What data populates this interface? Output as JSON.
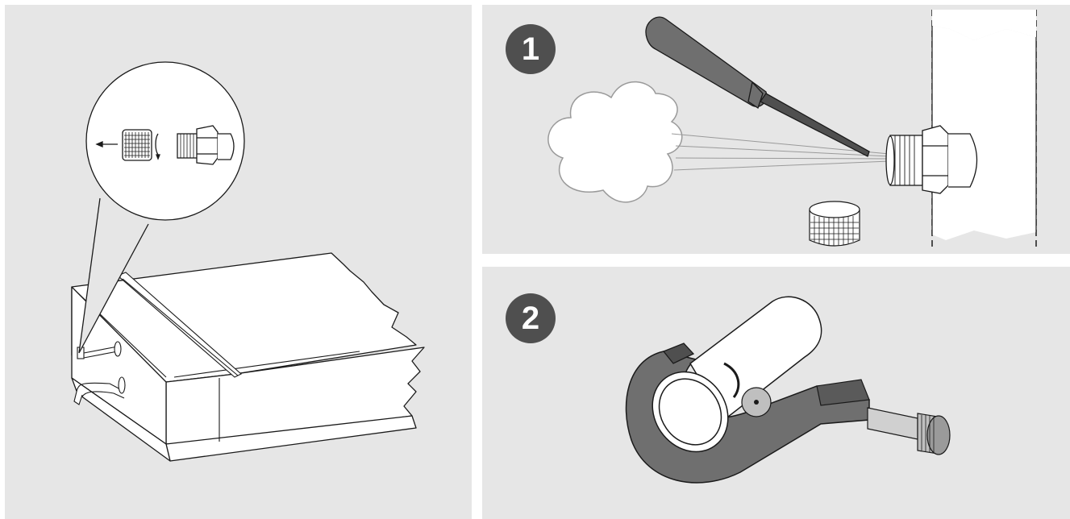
{
  "steps": [
    {
      "number": "1",
      "illustration": "screwdriver-blowout-valve"
    },
    {
      "number": "2",
      "illustration": "pipe-cutter"
    }
  ],
  "overview": {
    "illustration": "unit-with-valve-cap-detail"
  },
  "colors": {
    "panel_bg": "#e6e6e6",
    "badge_bg": "#4f4f4f",
    "badge_text": "#ffffff",
    "tool_gray": "#6f6f6f",
    "line": "#1a1a1a",
    "cloud": "#9a9a9a"
  }
}
